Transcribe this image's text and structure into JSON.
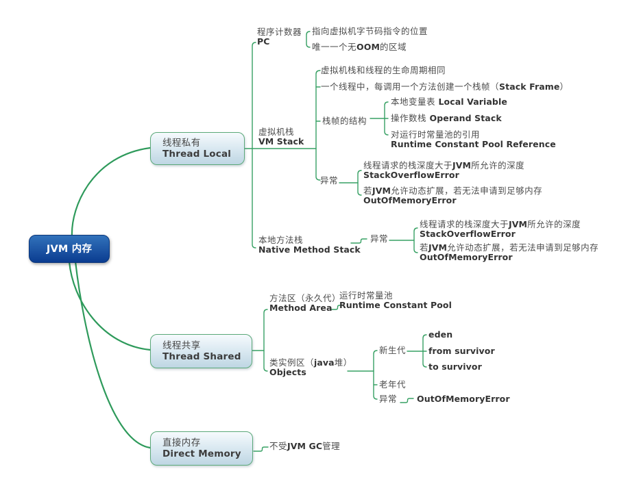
{
  "title": "JVM 内存",
  "colors": {
    "branch_line": "#36a063",
    "root_curve": "#2e9a5b",
    "root_fill_top": "#3272bb",
    "root_fill_bottom": "#0a3c90",
    "root_border": "#0a3579",
    "root_text": "#ffffff",
    "main_topic_border": "#5aa878",
    "main_topic_fill_top": "#f6fafd",
    "main_topic_fill_bottom": "#bed6e3",
    "text_regular": "#4c4c4c",
    "text_bold": "#333333"
  },
  "nodes": {
    "root": {
      "lines": [
        [
          {
            "t": "JVM 内存",
            "b": true
          }
        ]
      ]
    },
    "thread_local": {
      "lines": [
        [
          {
            "t": "线程私有"
          }
        ],
        [
          {
            "t": "Thread Local",
            "b": true
          }
        ]
      ]
    },
    "pc": {
      "lines": [
        [
          {
            "t": "程序计数器"
          }
        ],
        [
          {
            "t": "PC",
            "b": true
          }
        ]
      ]
    },
    "pc_point_to": {
      "lines": [
        [
          {
            "t": "指向虚拟机字节码指令的位置"
          }
        ]
      ]
    },
    "pc_no_oom": {
      "lines": [
        [
          {
            "t": "唯一一个无"
          },
          {
            "t": "OOM",
            "b": true
          },
          {
            "t": "的区域"
          }
        ]
      ]
    },
    "vm_stack": {
      "lines": [
        [
          {
            "t": "虚拟机栈"
          }
        ],
        [
          {
            "t": "VM Stack",
            "b": true
          }
        ]
      ]
    },
    "vm_lifecycle": {
      "lines": [
        [
          {
            "t": "虚拟机栈和线程的生命周期相同"
          }
        ]
      ]
    },
    "vm_frame_per_call": {
      "lines": [
        [
          {
            "t": "一个线程中，每调用一个方法创建一个栈帧（"
          },
          {
            "t": "Stack Frame",
            "b": true
          },
          {
            "t": "）"
          }
        ]
      ]
    },
    "frame_structure": {
      "lines": [
        [
          {
            "t": "栈帧的结构"
          }
        ]
      ]
    },
    "local_variable": {
      "lines": [
        [
          {
            "t": "本地变量表 "
          },
          {
            "t": "Local Variable",
            "b": true
          }
        ]
      ]
    },
    "operand_stack": {
      "lines": [
        [
          {
            "t": "操作数栈 "
          },
          {
            "t": "Operand Stack",
            "b": true
          }
        ]
      ]
    },
    "rcp_reference": {
      "lines": [
        [
          {
            "t": "对运行时常量池的引用"
          }
        ],
        [
          {
            "t": "Runtime Constant Pool Reference",
            "b": true
          }
        ]
      ]
    },
    "vm_exception": {
      "lines": [
        [
          {
            "t": "异常"
          }
        ]
      ]
    },
    "vm_stack_overflow": {
      "lines": [
        [
          {
            "t": "线程请求的栈深度大于"
          },
          {
            "t": "JVM",
            "b": true
          },
          {
            "t": "所允许的深度"
          }
        ],
        [
          {
            "t": "StackOverflowError",
            "b": true
          }
        ]
      ]
    },
    "vm_oom": {
      "lines": [
        [
          {
            "t": "若"
          },
          {
            "t": "JVM",
            "b": true
          },
          {
            "t": "允许动态扩展，若无法申请到足够内存"
          }
        ],
        [
          {
            "t": "OutOfMemoryError",
            "b": true
          }
        ]
      ]
    },
    "native_method_stack": {
      "lines": [
        [
          {
            "t": "本地方法栈"
          }
        ],
        [
          {
            "t": "Native Method Stack",
            "b": true
          }
        ]
      ]
    },
    "nms_exception": {
      "lines": [
        [
          {
            "t": "异常"
          }
        ]
      ]
    },
    "nms_stack_overflow": {
      "lines": [
        [
          {
            "t": "线程请求的栈深度大于"
          },
          {
            "t": "JVM",
            "b": true
          },
          {
            "t": "所允许的深度"
          }
        ],
        [
          {
            "t": "StackOverflowError",
            "b": true
          }
        ]
      ]
    },
    "nms_oom": {
      "lines": [
        [
          {
            "t": "若"
          },
          {
            "t": "JVM",
            "b": true
          },
          {
            "t": "允许动态扩展，若无法申请到足够内存"
          }
        ],
        [
          {
            "t": "OutOfMemoryError",
            "b": true
          }
        ]
      ]
    },
    "thread_shared": {
      "lines": [
        [
          {
            "t": "线程共享"
          }
        ],
        [
          {
            "t": "Thread Shared",
            "b": true
          }
        ]
      ]
    },
    "method_area": {
      "lines": [
        [
          {
            "t": "方法区（永久代）"
          }
        ],
        [
          {
            "t": "Method Area",
            "b": true
          }
        ]
      ]
    },
    "runtime_constant_pool": {
      "lines": [
        [
          {
            "t": "运行时常量池"
          }
        ],
        [
          {
            "t": "Runtime Constant Pool",
            "b": true
          }
        ]
      ]
    },
    "objects": {
      "lines": [
        [
          {
            "t": "类实例区（"
          },
          {
            "t": "java",
            "b": true
          },
          {
            "t": "堆）"
          }
        ],
        [
          {
            "t": "Objects",
            "b": true
          }
        ]
      ]
    },
    "new_generation": {
      "lines": [
        [
          {
            "t": "新生代"
          }
        ]
      ]
    },
    "eden": {
      "lines": [
        [
          {
            "t": "eden",
            "b": true
          }
        ]
      ]
    },
    "from_survivor": {
      "lines": [
        [
          {
            "t": "from survivor",
            "b": true
          }
        ]
      ]
    },
    "to_survivor": {
      "lines": [
        [
          {
            "t": "to survivor",
            "b": true
          }
        ]
      ]
    },
    "old_generation": {
      "lines": [
        [
          {
            "t": "老年代"
          }
        ]
      ]
    },
    "heap_exception": {
      "lines": [
        [
          {
            "t": "异常"
          }
        ]
      ]
    },
    "heap_oom": {
      "lines": [
        [
          {
            "t": "OutOfMemoryError",
            "b": true
          }
        ]
      ]
    },
    "direct_memory": {
      "lines": [
        [
          {
            "t": "直接内存"
          }
        ],
        [
          {
            "t": "Direct Memory",
            "b": true
          }
        ]
      ]
    },
    "not_managed_by_gc": {
      "lines": [
        [
          {
            "t": "不受"
          },
          {
            "t": "JVM GC",
            "b": true
          },
          {
            "t": "管理"
          }
        ]
      ]
    }
  }
}
